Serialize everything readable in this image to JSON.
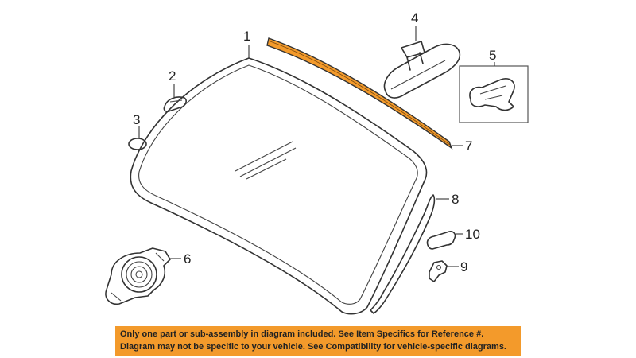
{
  "diagram": {
    "callouts": {
      "c1": "1",
      "c2": "2",
      "c3": "3",
      "c4": "4",
      "c5": "5",
      "c6": "6",
      "c7": "7",
      "c8": "8",
      "c9": "9",
      "c10": "10"
    },
    "highlight_color": "#f39a2b"
  },
  "disclaimer": {
    "line1": "Only one part or sub-assembly in diagram included. See Item Specifics for Reference #.",
    "line2": "Diagram may not be specific to your vehicle. See Compatibility for vehicle-specific diagrams.",
    "background": "#f39a2b"
  }
}
